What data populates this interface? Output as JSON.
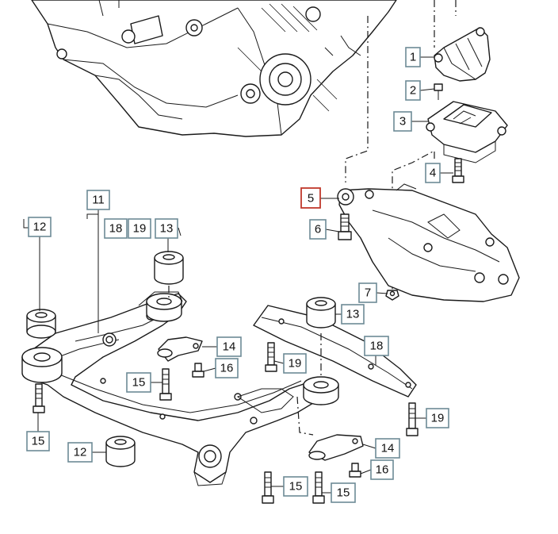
{
  "callouts": {
    "c1": "1",
    "c2": "2",
    "c3": "3",
    "c4": "4",
    "c5": "5",
    "c6": "6",
    "c7": "7",
    "c11": "11",
    "c12a": "12",
    "c12b": "12",
    "c13a": "13",
    "c13b": "13",
    "c14a": "14",
    "c14b": "14",
    "c15a": "15",
    "c15b": "15",
    "c15c": "15",
    "c15d": "15",
    "c16a": "16",
    "c16b": "16",
    "c18a": "18",
    "c18b": "18",
    "c19a": "19",
    "c19b": "19",
    "c19c": "19"
  },
  "colors": {
    "callout_border": "#6d8a96",
    "callout_highlight": "#c0392b",
    "line_art": "#1a1a1a"
  }
}
